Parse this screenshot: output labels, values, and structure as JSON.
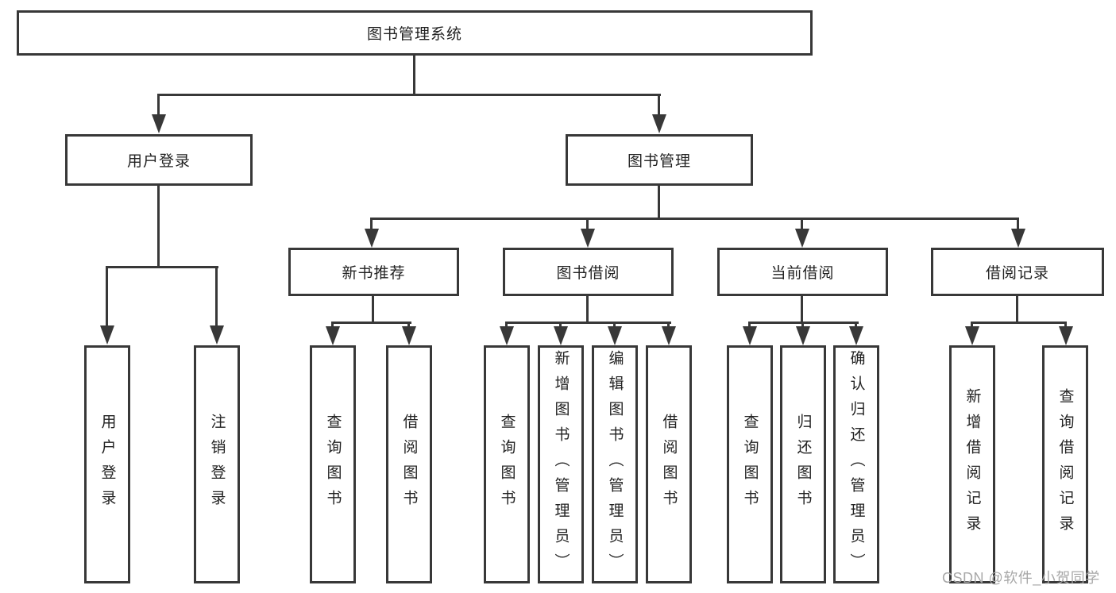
{
  "colors": {
    "background": "#ffffff",
    "line": "#383838",
    "box_border": "#383838",
    "text": "#222222",
    "watermark": "#a8a8a8"
  },
  "tree": {
    "label": "图书管理系统",
    "children": [
      {
        "label": "用户登录",
        "children": [
          {
            "label": "用户登录"
          },
          {
            "label": "注销登录"
          }
        ]
      },
      {
        "label": "图书管理",
        "children": [
          {
            "label": "新书推荐",
            "children": [
              {
                "label": "查询图书"
              },
              {
                "label": "借阅图书"
              }
            ]
          },
          {
            "label": "图书借阅",
            "children": [
              {
                "label": "查询图书"
              },
              {
                "label": "新增图书（管理员）"
              },
              {
                "label": "编辑图书（管理员）"
              },
              {
                "label": "借阅图书"
              }
            ]
          },
          {
            "label": "当前借阅",
            "children": [
              {
                "label": "查询图书"
              },
              {
                "label": "归还图书"
              },
              {
                "label": "确认归还（管理员）"
              }
            ]
          },
          {
            "label": "借阅记录",
            "children": [
              {
                "label": "新增借阅记录"
              },
              {
                "label": "查询借阅记录"
              }
            ]
          }
        ]
      }
    ]
  },
  "watermark": {
    "text": "CSDN @软件_小贺同学"
  }
}
